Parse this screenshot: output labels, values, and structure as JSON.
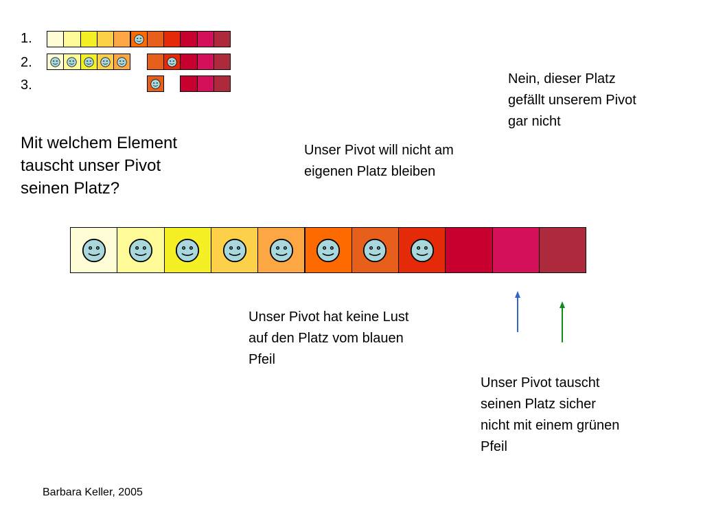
{
  "rows": [
    {
      "label": "1.",
      "cells": [
        {
          "color": "#FFFDD6",
          "face": false
        },
        {
          "color": "#FFFB99",
          "face": false
        },
        {
          "color": "#F5F025",
          "face": false
        },
        {
          "color": "#FDD04A",
          "face": false
        },
        {
          "color": "#FCA743",
          "face": false
        },
        {
          "color": "#FF6A00",
          "face": true
        },
        {
          "color": "#E85F1C",
          "face": false
        },
        {
          "color": "#E42A08",
          "face": false
        },
        {
          "color": "#C8002F",
          "face": false
        },
        {
          "color": "#D4105A",
          "face": false
        },
        {
          "color": "#AD2A3C",
          "face": false
        }
      ]
    },
    {
      "label": "2.",
      "cells": [
        {
          "color": "#FFFDD6",
          "face": true
        },
        {
          "color": "#FFFB99",
          "face": true
        },
        {
          "color": "#F5F025",
          "face": true
        },
        {
          "color": "#FDD04A",
          "face": true
        },
        {
          "color": "#FCA743",
          "face": true
        },
        null,
        {
          "color": "#E85F1C",
          "face": false
        },
        {
          "color": "#E42A08",
          "face": true
        },
        {
          "color": "#C8002F",
          "face": false
        },
        {
          "color": "#D4105A",
          "face": false
        },
        {
          "color": "#AD2A3C",
          "face": false
        }
      ]
    },
    {
      "label": "3.",
      "cells": [
        null,
        null,
        null,
        null,
        null,
        null,
        {
          "color": "#E85F1C",
          "face": true
        },
        null,
        {
          "color": "#C8002F",
          "face": false
        },
        {
          "color": "#D4105A",
          "face": false
        },
        {
          "color": "#AD2A3C",
          "face": false
        }
      ]
    }
  ],
  "main_row": [
    {
      "color": "#FFFDD6",
      "face": true
    },
    {
      "color": "#FFFB99",
      "face": true
    },
    {
      "color": "#F5F025",
      "face": true
    },
    {
      "color": "#FDD04A",
      "face": true
    },
    {
      "color": "#FCA743",
      "face": true
    },
    {
      "color": "#FF6A00",
      "face": true
    },
    {
      "color": "#E85F1C",
      "face": true
    },
    {
      "color": "#E42A08",
      "face": true
    },
    {
      "color": "#C8002F",
      "face": false
    },
    {
      "color": "#D4105A",
      "face": false
    },
    {
      "color": "#AD2A3C",
      "face": false
    }
  ],
  "face_color": "#A9D8DC",
  "arrows": {
    "blue": "#3366CC",
    "green": "#138A1E"
  },
  "question": [
    "Mit welchem Element",
    "tauscht unser Pivot",
    "seinen Platz?"
  ],
  "annotations": {
    "nein": [
      "Nein, dieser Platz",
      "gefällt unserem Pivot",
      "gar nicht"
    ],
    "eigener_platz": [
      "Unser Pivot will nicht am",
      "eigenen Platz bleiben"
    ],
    "blauer_pfeil": [
      "Unser Pivot hat keine Lust",
      "auf den Platz vom blauen",
      "Pfeil"
    ],
    "gruener_pfeil": [
      "Unser Pivot tauscht",
      "seinen Platz sicher",
      "nicht mit einem grünen",
      "Pfeil"
    ]
  },
  "credit": "Barbara Keller, 2005"
}
